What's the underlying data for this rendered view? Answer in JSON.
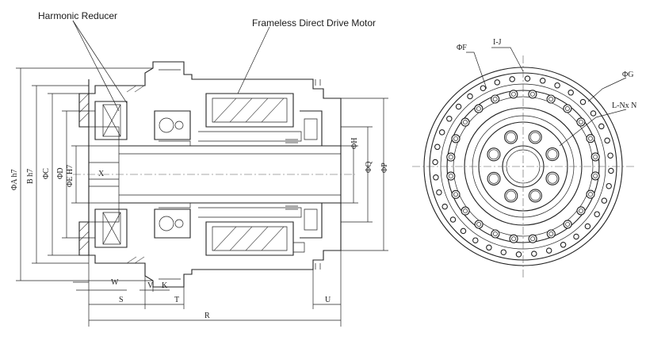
{
  "callouts": {
    "harmonic_reducer": "Harmonic Reducer",
    "frameless_motor": "Frameless Direct Drive Motor"
  },
  "dims": {
    "a": "ΦA h7",
    "b": "B h7",
    "c": "ΦC",
    "d": "ΦD",
    "e": "ΦE H7",
    "h": "ΦH",
    "q": "ΦQ",
    "p": "ΦP",
    "x": "X",
    "w": "W",
    "v": "V",
    "k": "K",
    "s": "S",
    "t": "T",
    "u": "U",
    "r": "R",
    "f": "ΦF",
    "g": "ΦG",
    "ij": "I-J",
    "lnxn": "L-Nx N"
  }
}
